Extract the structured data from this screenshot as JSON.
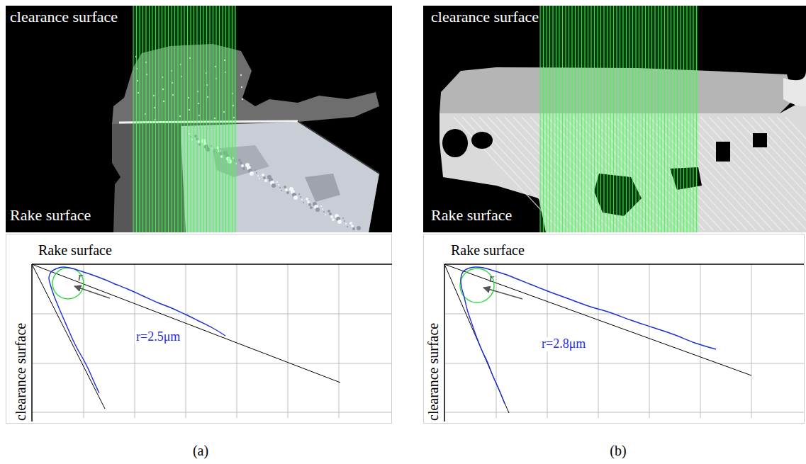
{
  "diagram": {
    "labels": [
      "clearance surface",
      "Rake surface",
      "Rake surface",
      "clearance surface",
      "r",
      "r=2.5μm",
      "(a)",
      "clearance surface",
      "Rake surface",
      "Rake surface",
      "clearance surface",
      "r",
      "r=2.8μm",
      "(b)"
    ]
  }
}
